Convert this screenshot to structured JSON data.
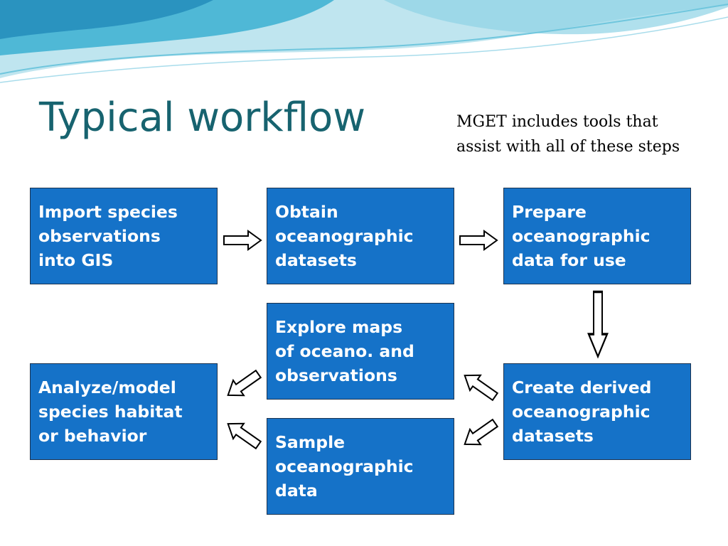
{
  "slide": {
    "title": "Typical workflow",
    "note_lines": [
      "MGET includes tools that",
      "assist with all of these steps"
    ]
  },
  "steps": [
    {
      "id": "import",
      "lines": [
        "Import species",
        "observations",
        "into GIS"
      ]
    },
    {
      "id": "obtain",
      "lines": [
        "Obtain",
        "oceanographic",
        "datasets"
      ]
    },
    {
      "id": "prepare",
      "lines": [
        "Prepare",
        "oceanographic",
        "data for use"
      ]
    },
    {
      "id": "explore",
      "lines": [
        "Explore maps",
        "of oceano. and",
        "observations"
      ]
    },
    {
      "id": "analyze",
      "lines": [
        "Analyze/model",
        "species habitat",
        "or behavior"
      ]
    },
    {
      "id": "create",
      "lines": [
        "Create derived",
        "oceanographic",
        "datasets"
      ]
    },
    {
      "id": "sample",
      "lines": [
        "Sample",
        "oceanographic",
        "data"
      ]
    }
  ],
  "colors": {
    "title": "#17636f",
    "box_fill": "#1572c8",
    "box_text": "#ffffff",
    "arrow_stroke": "#000000",
    "arrow_fill": "#ffffff"
  }
}
